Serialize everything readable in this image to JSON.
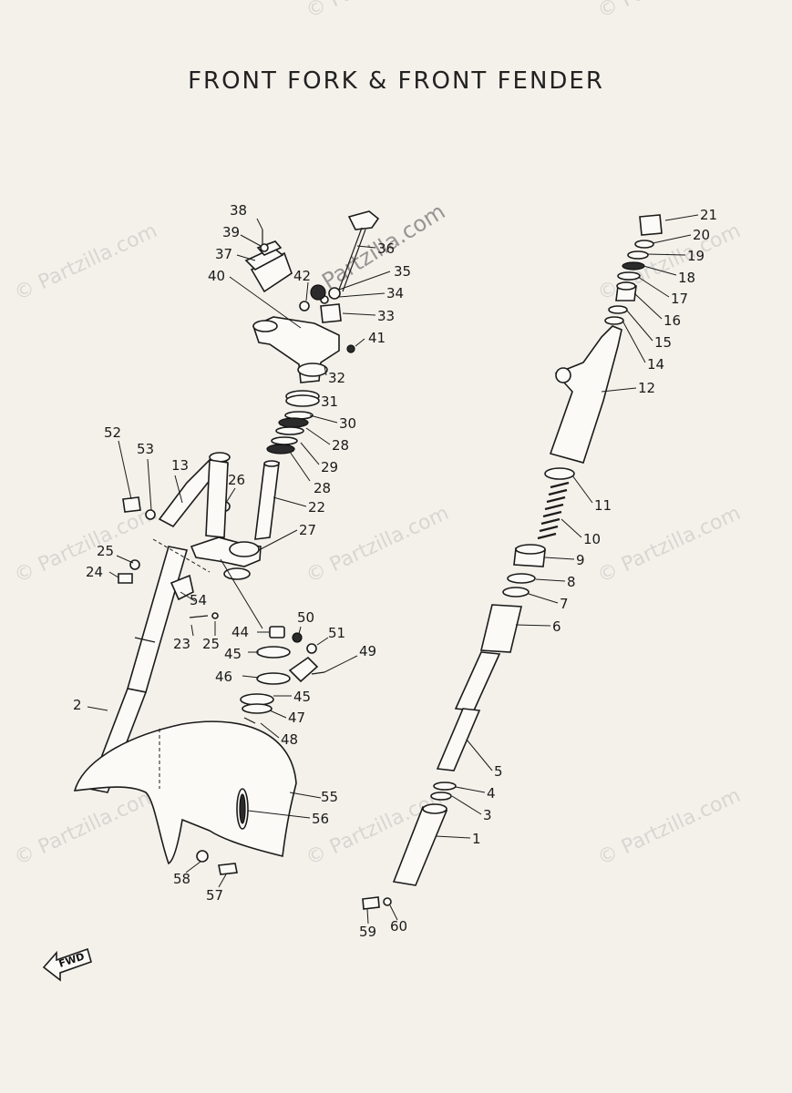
{
  "title": "FRONT FORK & FRONT FENDER",
  "watermark": "© Partzilla.com",
  "watermark_center": "Partzilla.com",
  "fwd_label": "FWD",
  "callouts": {
    "c1": "1",
    "c2": "2",
    "c3": "3",
    "c4": "4",
    "c5": "5",
    "c6": "6",
    "c7": "7",
    "c8": "8",
    "c9": "9",
    "c10": "10",
    "c11": "11",
    "c12": "12",
    "c13": "13",
    "c14": "14",
    "c15": "15",
    "c16": "16",
    "c17": "17",
    "c18": "18",
    "c19": "19",
    "c20": "20",
    "c21": "21",
    "c22": "22",
    "c23": "23",
    "c24": "24",
    "c25a": "25",
    "c25b": "25",
    "c26": "26",
    "c27": "27",
    "c28a": "28",
    "c28b": "28",
    "c29": "29",
    "c30": "30",
    "c31": "31",
    "c32": "32",
    "c33": "33",
    "c34": "34",
    "c35": "35",
    "c36": "36",
    "c37": "37",
    "c38": "38",
    "c39": "39",
    "c40": "40",
    "c41": "41",
    "c42": "42",
    "c44": "44",
    "c45a": "45",
    "c45b": "45",
    "c46": "46",
    "c47": "47",
    "c48": "48",
    "c49": "49",
    "c50": "50",
    "c51": "51",
    "c52": "52",
    "c53": "53",
    "c54": "54",
    "c55": "55",
    "c56": "56",
    "c57": "57",
    "c58": "58",
    "c59": "59",
    "c60": "60"
  }
}
